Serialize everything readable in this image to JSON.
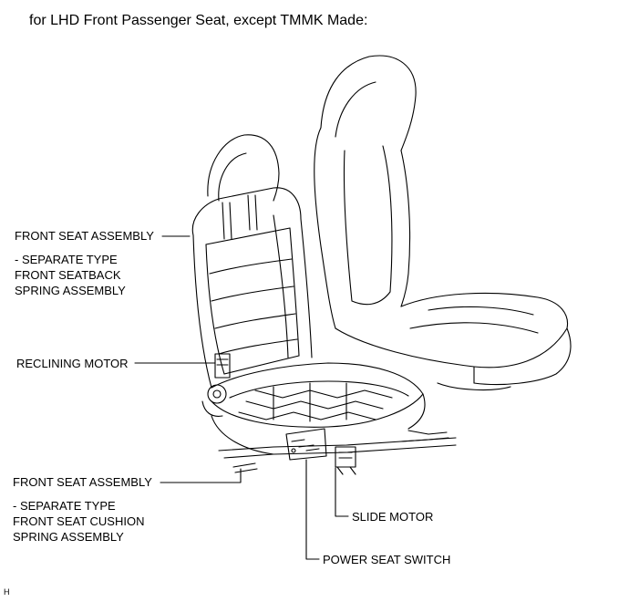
{
  "title": "for LHD Front Passenger Seat, except TMMK Made:",
  "callouts": {
    "front_seat_assembly_back": {
      "name": "FRONT SEAT ASSEMBLY",
      "sub": [
        "- SEPARATE TYPE",
        "FRONT SEATBACK",
        "SPRING ASSEMBLY"
      ]
    },
    "reclining_motor": {
      "name": "RECLINING MOTOR"
    },
    "front_seat_assembly_cushion": {
      "name": "FRONT SEAT ASSEMBLY",
      "sub": [
        "- SEPARATE TYPE",
        "FRONT SEAT CUSHION",
        "SPRING ASSEMBLY"
      ]
    },
    "slide_motor": {
      "name": "SLIDE MOTOR"
    },
    "power_seat_switch": {
      "name": "POWER SEAT SWITCH"
    }
  },
  "figure_code": "H"
}
